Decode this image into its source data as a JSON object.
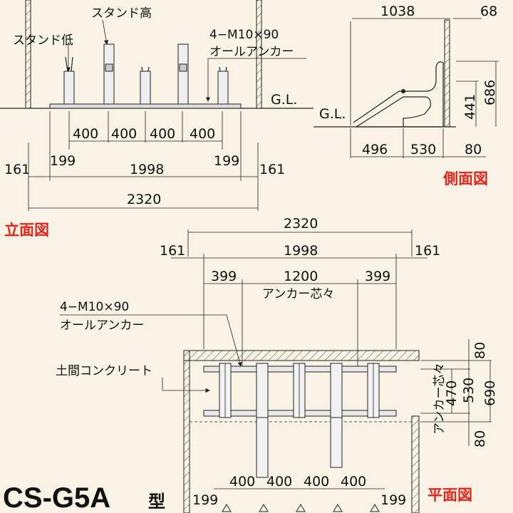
{
  "views": {
    "front_label": "立面図",
    "side_label": "側面図",
    "plan_label": "平面図"
  },
  "front": {
    "stand_low": "スタンド低",
    "stand_high": "スタンド高",
    "anchor_spec": "4−M10×90",
    "anchor_name": "オールアンカー",
    "gl": "G.L.",
    "pitch": [
      "400",
      "400",
      "400",
      "400"
    ],
    "d199_left": "199",
    "d199_right": "199",
    "d161_left": "161",
    "d161_right": "161",
    "d1998": "1998",
    "d2320": "2320"
  },
  "side": {
    "d1038": "1038",
    "d68": "68",
    "gl": "G.L.",
    "d441": "441",
    "d686": "686",
    "d496": "496",
    "d530": "530",
    "d80": "80"
  },
  "plan": {
    "d2320": "2320",
    "d161_left": "161",
    "d161_right": "161",
    "d1998": "1998",
    "d399_left": "399",
    "d1200": "1200",
    "d399_right": "399",
    "anchor_center": "アンカー芯々",
    "anchor_spec": "4−M10×90",
    "anchor_name": "オールアンカー",
    "concrete": "土間コンクリート",
    "d80_top": "80",
    "d470": "470",
    "d530": "530",
    "d690": "690",
    "d80_bottom": "80",
    "anchor_center_v": "アンカー芯々",
    "pitch": [
      "400",
      "400",
      "400",
      "400"
    ],
    "d199_left": "199",
    "d199_right": "199"
  },
  "model": {
    "code": "CS-G5A",
    "suffix": "型"
  }
}
